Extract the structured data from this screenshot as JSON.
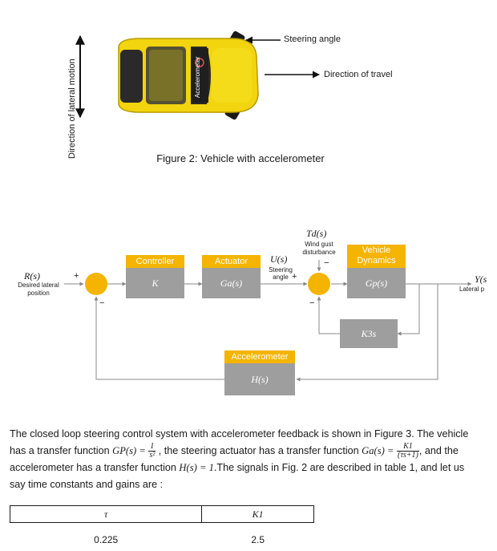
{
  "figure_top": {
    "lateral_label": "Direction of lateral motion",
    "car_label": "Accelerometer",
    "steering_label": "Steering angle",
    "travel_label": "Direction of travel",
    "caption": "Figure 2: Vehicle with accelerometer"
  },
  "block_diagram": {
    "input_symbol": "R(s)",
    "input_desc_1": "Desired lateral",
    "input_desc_2": "position",
    "sum1_plus": "+",
    "sum1_minus": "−",
    "controller_title": "Controller",
    "controller_gain": "K",
    "actuator_title": "Actuator",
    "actuator_tf": "Ga(s)",
    "u_symbol": "U(s)",
    "u_desc_1": "Steering",
    "u_desc_2": "angle",
    "sum2_plus": "+",
    "sum2_minus": "−",
    "disturbance_symbol": "Td(s)",
    "disturbance_desc_1": "Wind gust",
    "disturbance_desc_2": "disturbance",
    "disturbance_sign": "−",
    "vehicle_title_1": "Vehicle",
    "vehicle_title_2": "Dynamics",
    "vehicle_tf": "Gp(s)",
    "k3_block": "K3s",
    "accelerometer_title": "Accelerometer",
    "accelerometer_tf": "H(s)",
    "output_symbol": "Y(s",
    "output_desc": "Lateral p"
  },
  "paragraph": {
    "p1": "The closed loop steering control system with accelerometer feedback is shown in Figure 3. The vehicle has a transfer function ",
    "gp": "GP(s) =",
    "gp_num": "1",
    "gp_den": "s²",
    "p2": ", the steering actuator has a transfer function ",
    "ga": "Ga(s) =",
    "ga_num": "K1",
    "ga_den": "(τs+1)",
    "p3": ", and the accelerometer has a transfer function ",
    "h": "H(s) = 1",
    "p4": ".The signals in Fig. 2  are described in table 1, and let us say time constants and gains are :"
  },
  "params_table": {
    "headers": [
      "τ",
      "K1"
    ],
    "rows": [
      [
        "0.225",
        "2.5"
      ]
    ]
  }
}
